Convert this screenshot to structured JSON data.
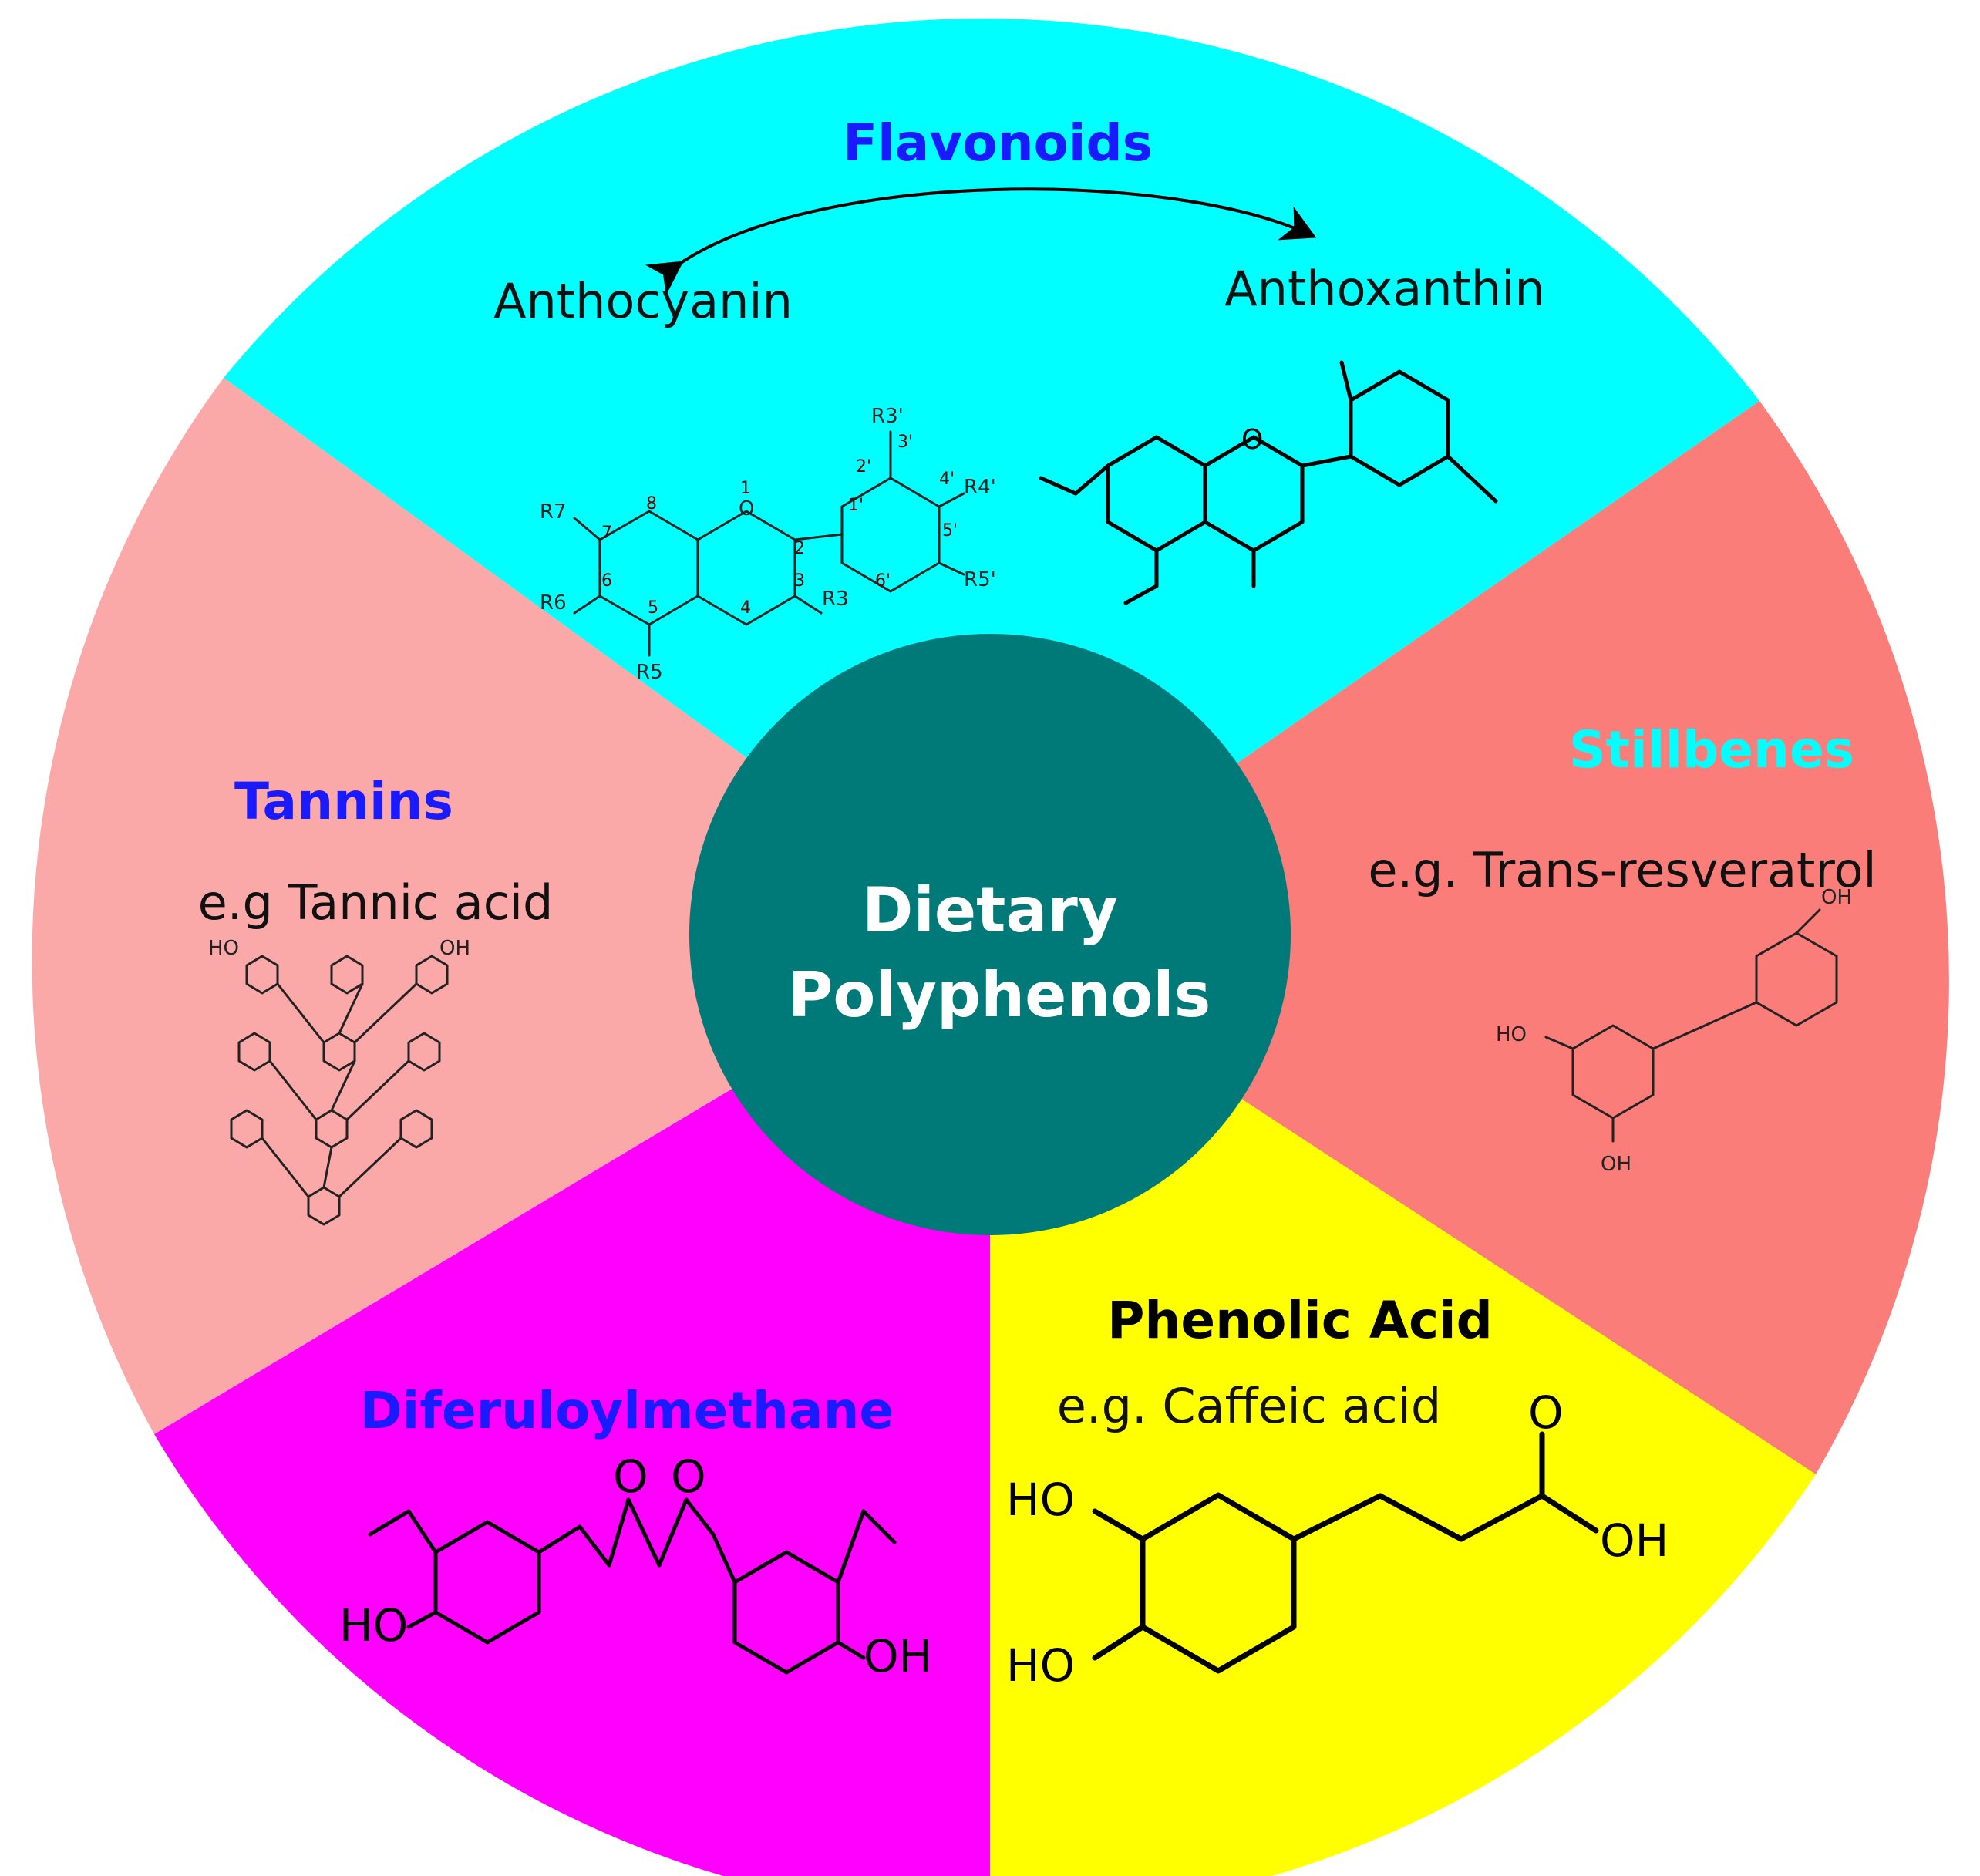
{
  "center": {
    "line1": "Dietary",
    "line2": "Polyphenols",
    "color": "#007a78"
  },
  "segments": {
    "flavonoids": {
      "title": "Flavonoids",
      "title_color": "#1a1aff",
      "fill": "#00ffff",
      "left_label": "Anthocyanin",
      "right_label": "Anthoxanthin"
    },
    "stilbenes": {
      "title": "Stillbenes",
      "title_color": "#00ffff",
      "fill": "#fa7d7a",
      "example": "e.g. Trans-resveratrol"
    },
    "phenolic_acid": {
      "title": "Phenolic Acid",
      "title_color": "#000000",
      "fill": "#ffff00",
      "example": "e.g. Caffeic acid"
    },
    "diferuloylmethane": {
      "title": "Diferuloylmethane",
      "title_color": "#1a1aff",
      "fill": "#ff00ff"
    },
    "tannins": {
      "title": "Tannins",
      "title_color": "#1a1aff",
      "fill": "#fba8a8",
      "example": "e.g Tannic acid"
    }
  },
  "structure_labels": {
    "anthocyanin": {
      "O1": "O",
      "R3p": "R3'",
      "R4p": "R4'",
      "R5p": "R5'",
      "R7": "R7",
      "R6": "R6",
      "R5": "R5",
      "R3": "R3",
      "n1": "1",
      "n2": "2",
      "n3": "3",
      "n4": "4",
      "n5": "5",
      "n6": "6",
      "n7": "7",
      "n8": "8",
      "n1p": "1'",
      "n2p": "2'",
      "n3p": "3'",
      "n4p": "4'",
      "n5p": "5'",
      "n6p": "6'"
    },
    "anthoxanthin": {
      "O": "O"
    },
    "resveratrol": {
      "OH_top": "OH",
      "HO_left": "HO",
      "OH_bottom": "OH"
    },
    "caffeic": {
      "O": "O",
      "OH": "OH",
      "HO_top": "HO",
      "HO_bottom": "HO"
    },
    "curcumin": {
      "O1": "O",
      "O2": "O",
      "HO": "HO",
      "OH": "OH"
    },
    "tannic": {
      "OH": "OH",
      "HO": "HO"
    }
  }
}
